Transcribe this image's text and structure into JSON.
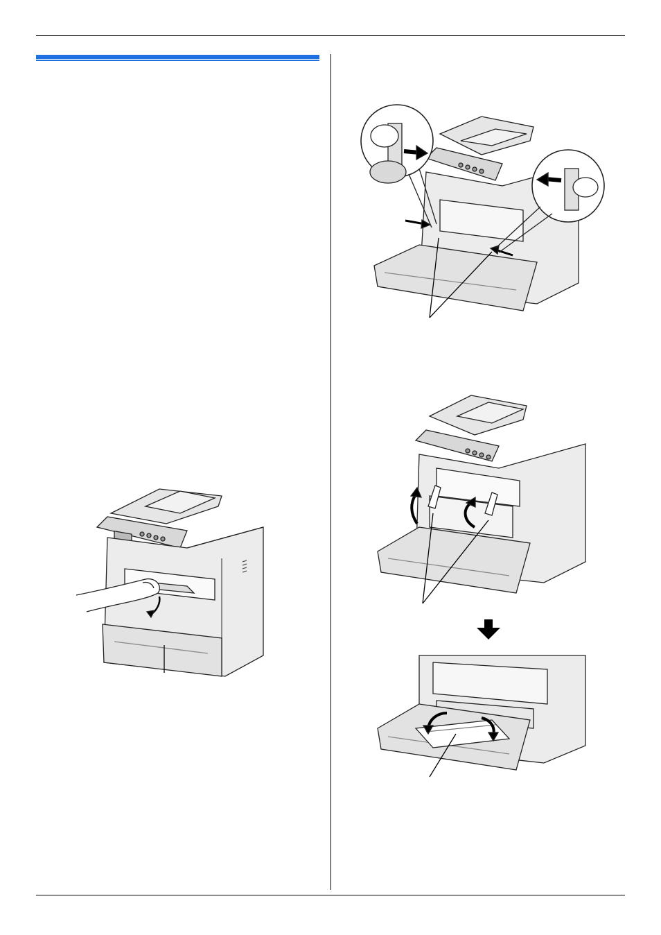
{
  "page": {
    "section_title_bar_color": "#1e6fe0",
    "rule_color": "#000000"
  },
  "illustrations": {
    "open_front_cover": {
      "icon": "printer-front-cover-open-hand"
    },
    "release_levers": {
      "icon": "printer-lever-release-detail-circles"
    },
    "lift_levers": {
      "icon": "printer-levers-lift"
    },
    "remove_unit": {
      "icon": "printer-transfer-unit-removal"
    },
    "step_arrow": {
      "icon": "arrow-down-icon"
    }
  }
}
